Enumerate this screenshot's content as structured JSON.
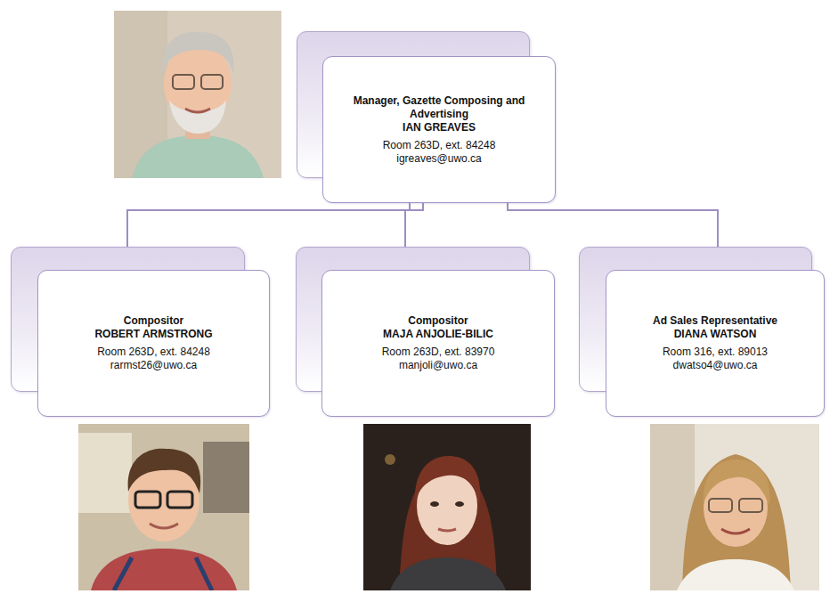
{
  "diagram": {
    "nodes": [
      {
        "text": [
          "Manager, Gazette Composing and Advertising",
          "IAN GREAVES",
          "Room 263D, ext. 84248",
          "igreaves@uwo.ca"
        ]
      },
      {
        "text": [
          "Compositor",
          "ROBERT ARMSTRONG",
          "Room 263D, ext. 84248",
          "rarmst26@uwo.ca"
        ]
      },
      {
        "text": [
          "Compositor",
          "MAJA ANJOLIE-BILIC",
          "Room 263D, ext. 83970",
          "manjoli@uwo.ca"
        ]
      },
      {
        "text": [
          "Ad Sales Representative",
          "DIANA WATSON",
          "Room 316, ext. 89013",
          "dwatso4@uwo.ca"
        ]
      }
    ],
    "edges": [
      {
        "from": 0,
        "to": 1,
        "arrow": "none"
      },
      {
        "from": 0,
        "to": 2,
        "arrow": "none"
      },
      {
        "from": 0,
        "to": 3,
        "arrow": "none"
      }
    ]
  }
}
